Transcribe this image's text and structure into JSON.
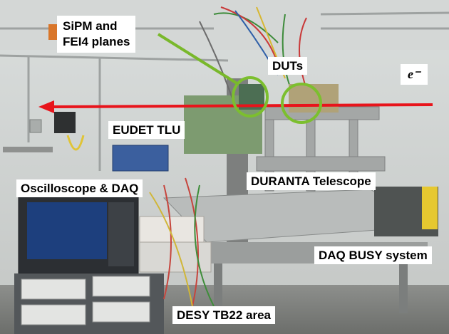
{
  "labels": {
    "sipm_fei4": "SiPM and\nFEI4 planes",
    "duts": "DUTs",
    "electron": "e⁻",
    "eudet_tlu": "EUDET TLU",
    "oscilloscope_daq": "Oscilloscope & DAQ",
    "duranta": "DURANTA Telescope",
    "daq_busy": "DAQ BUSY system",
    "desy_area": "DESY TB22 area"
  },
  "colors": {
    "beam_arrow": "#e8141b",
    "highlight_circle": "#7cbf2e",
    "pointer_line": "#79b82b",
    "label_background": "#ffffff"
  }
}
